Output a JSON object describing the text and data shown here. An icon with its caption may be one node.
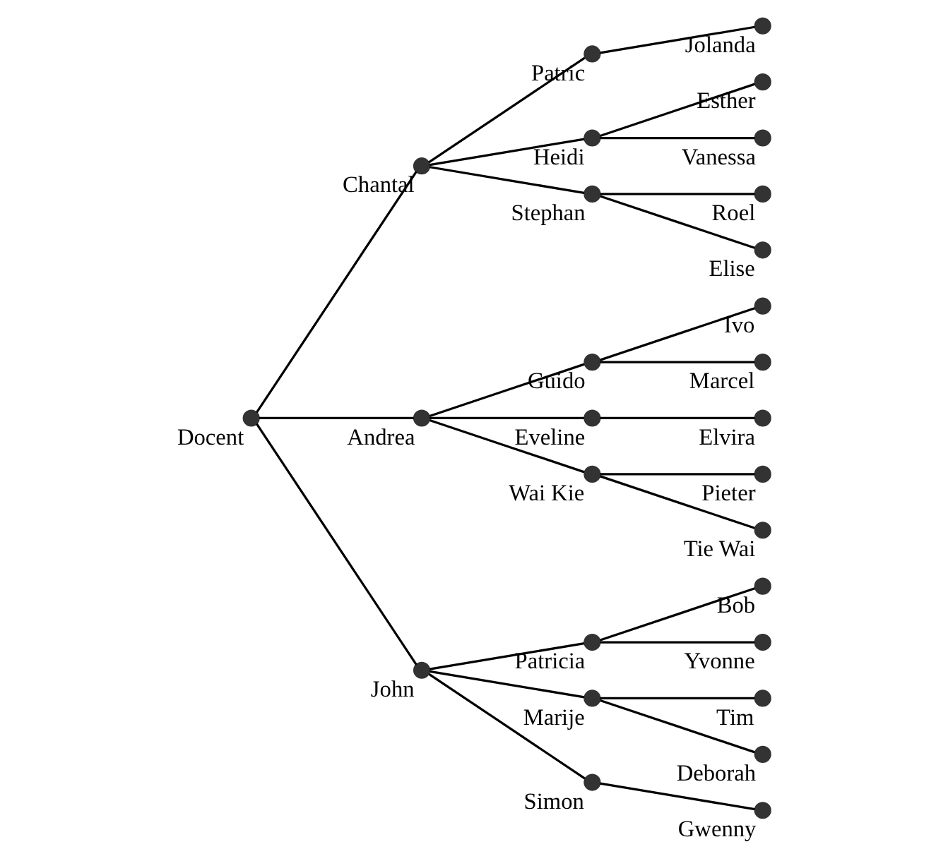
{
  "diagram": {
    "nodes": [
      {
        "text": [],
        "shape": "circle",
        "beside": [
          "Docent"
        ]
      },
      {
        "text": [],
        "shape": "circle",
        "beside": [
          "Chantal"
        ]
      },
      {
        "text": [],
        "shape": "circle",
        "beside": [
          "Andrea"
        ]
      },
      {
        "text": [],
        "shape": "circle",
        "beside": [
          "John"
        ]
      },
      {
        "text": [],
        "shape": "circle",
        "beside": [
          "Patric"
        ]
      },
      {
        "text": [],
        "shape": "circle",
        "beside": [
          "Heidi"
        ]
      },
      {
        "text": [],
        "shape": "circle",
        "beside": [
          "Stephan"
        ]
      },
      {
        "text": [],
        "shape": "circle",
        "beside": [
          "Guido"
        ]
      },
      {
        "text": [],
        "shape": "circle",
        "beside": [
          "Eveline"
        ]
      },
      {
        "text": [],
        "shape": "circle",
        "beside": [
          "Wai Kie"
        ]
      },
      {
        "text": [],
        "shape": "circle",
        "beside": [
          "Patricia"
        ]
      },
      {
        "text": [],
        "shape": "circle",
        "beside": [
          "Marije"
        ]
      },
      {
        "text": [],
        "shape": "circle",
        "beside": [
          "Simon"
        ]
      },
      {
        "text": [],
        "shape": "circle",
        "beside": [
          "Jolanda"
        ]
      },
      {
        "text": [],
        "shape": "circle",
        "beside": [
          "Esther"
        ]
      },
      {
        "text": [],
        "shape": "circle",
        "beside": [
          "Vanessa"
        ]
      },
      {
        "text": [],
        "shape": "circle",
        "beside": [
          "Roel"
        ]
      },
      {
        "text": [],
        "shape": "circle",
        "beside": [
          "Elise"
        ]
      },
      {
        "text": [],
        "shape": "circle",
        "beside": [
          "Ivo"
        ]
      },
      {
        "text": [],
        "shape": "circle",
        "beside": [
          "Marcel"
        ]
      },
      {
        "text": [],
        "shape": "circle",
        "beside": [
          "Elvira"
        ]
      },
      {
        "text": [],
        "shape": "circle",
        "beside": [
          "Pieter"
        ]
      },
      {
        "text": [],
        "shape": "circle",
        "beside": [
          "Tie Wai"
        ]
      },
      {
        "text": [],
        "shape": "circle",
        "beside": [
          "Bob"
        ]
      },
      {
        "text": [],
        "shape": "circle",
        "beside": [
          "Yvonne"
        ]
      },
      {
        "text": [],
        "shape": "circle",
        "beside": [
          "Tim"
        ]
      },
      {
        "text": [],
        "shape": "circle",
        "beside": [
          "Deborah"
        ]
      },
      {
        "text": [],
        "shape": "circle",
        "beside": [
          "Gwenny"
        ]
      }
    ],
    "edges": [
      {
        "from": 0,
        "to": 1,
        "arrow": "none"
      },
      {
        "from": 0,
        "to": 2,
        "arrow": "none"
      },
      {
        "from": 0,
        "to": 3,
        "arrow": "none"
      },
      {
        "from": 1,
        "to": 4,
        "arrow": "none"
      },
      {
        "from": 1,
        "to": 5,
        "arrow": "none"
      },
      {
        "from": 1,
        "to": 6,
        "arrow": "none"
      },
      {
        "from": 2,
        "to": 7,
        "arrow": "none"
      },
      {
        "from": 2,
        "to": 8,
        "arrow": "none"
      },
      {
        "from": 2,
        "to": 9,
        "arrow": "none"
      },
      {
        "from": 3,
        "to": 10,
        "arrow": "none"
      },
      {
        "from": 3,
        "to": 11,
        "arrow": "none"
      },
      {
        "from": 3,
        "to": 12,
        "arrow": "none"
      },
      {
        "from": 4,
        "to": 13,
        "arrow": "none"
      },
      {
        "from": 5,
        "to": 14,
        "arrow": "none"
      },
      {
        "from": 5,
        "to": 15,
        "arrow": "none"
      },
      {
        "from": 6,
        "to": 16,
        "arrow": "none"
      },
      {
        "from": 6,
        "to": 17,
        "arrow": "none"
      },
      {
        "from": 7,
        "to": 18,
        "arrow": "none"
      },
      {
        "from": 7,
        "to": 19,
        "arrow": "none"
      },
      {
        "from": 8,
        "to": 20,
        "arrow": "none"
      },
      {
        "from": 9,
        "to": 21,
        "arrow": "none"
      },
      {
        "from": 9,
        "to": 22,
        "arrow": "none"
      },
      {
        "from": 10,
        "to": 23,
        "arrow": "none"
      },
      {
        "from": 10,
        "to": 24,
        "arrow": "none"
      },
      {
        "from": 11,
        "to": 25,
        "arrow": "none"
      },
      {
        "from": 11,
        "to": 26,
        "arrow": "none"
      },
      {
        "from": 12,
        "to": 27,
        "arrow": "none"
      }
    ]
  }
}
